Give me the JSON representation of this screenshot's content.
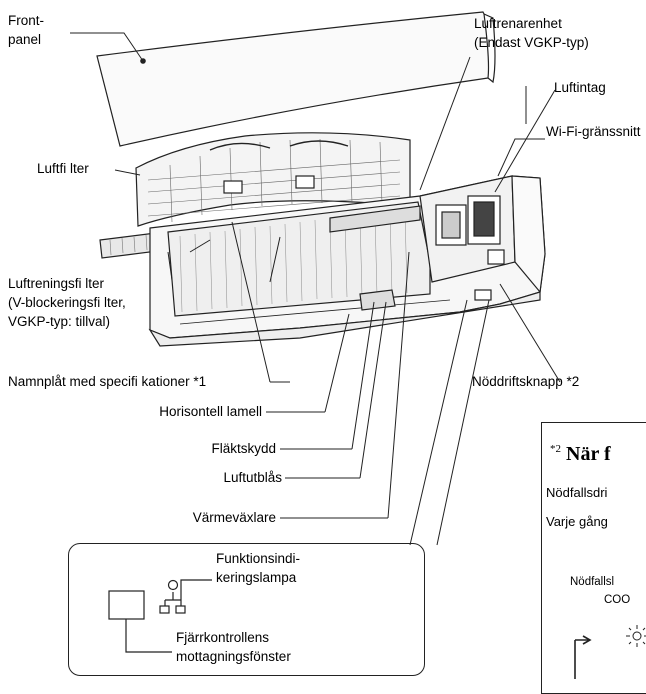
{
  "labels": {
    "front_panel_1": "Front-",
    "front_panel_2": "panel",
    "air_purifier_1": "Luftrenarenhet",
    "air_purifier_2": "(Endast VGKP-typ)",
    "air_intake": "Luftintag",
    "wifi": "Wi-Fi-gränssnitt",
    "air_filter": "Luftfi lter",
    "purify_filter_1": "Luftreningsfi lter",
    "purify_filter_2": "(V-blockeringsfi lter,",
    "purify_filter_3": "VGKP-typ: tillval)",
    "nameplate": "Namnplåt med specifi kationer *1",
    "emergency_button": "Nöddriftsknapp *2",
    "horizontal_louver": "Horisontell lamell",
    "fan_guard": "Fläktskydd",
    "air_outlet": "Luftutblås",
    "heat_exchanger": "Värmeväxlare",
    "indicator_1": "Funktionsindi-",
    "indicator_2": "keringslampa",
    "remote_window_1": "Fjärrkontrollens",
    "remote_window_2": "mottagningsfönster"
  },
  "side_panel": {
    "title_note": "*2",
    "title": "När f",
    "line1": "Nödfallsdri",
    "line2": "Varje gång",
    "small1": "Nödfallsl",
    "small2": "COO"
  }
}
